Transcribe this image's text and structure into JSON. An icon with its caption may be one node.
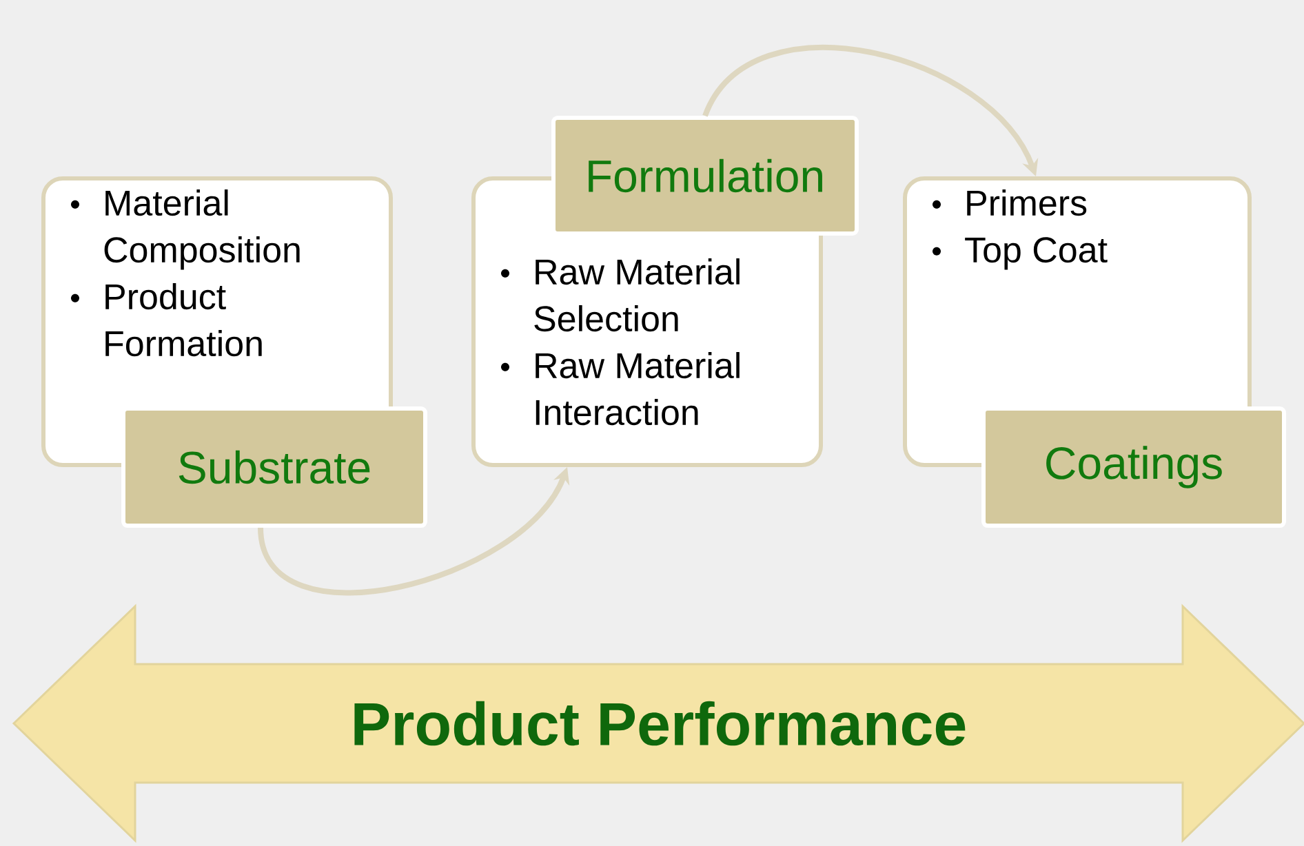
{
  "diagram": {
    "nodes": [
      {
        "text": [
          "Material Composition",
          "Product Formation"
        ]
      },
      {
        "text": [
          "Substrate"
        ]
      },
      {
        "text": [
          "Raw Material Selection",
          "Raw Material Interaction"
        ]
      },
      {
        "text": [
          "Formulation"
        ]
      },
      {
        "text": [
          "Primers",
          "Top Coat"
        ]
      },
      {
        "text": [
          "Coatings"
        ]
      },
      {
        "text": [
          "Product Performance"
        ]
      }
    ],
    "edges": [
      {
        "from": 1,
        "to": 2,
        "arrow": "to"
      },
      {
        "from": 3,
        "to": 4,
        "arrow": "to"
      }
    ]
  }
}
